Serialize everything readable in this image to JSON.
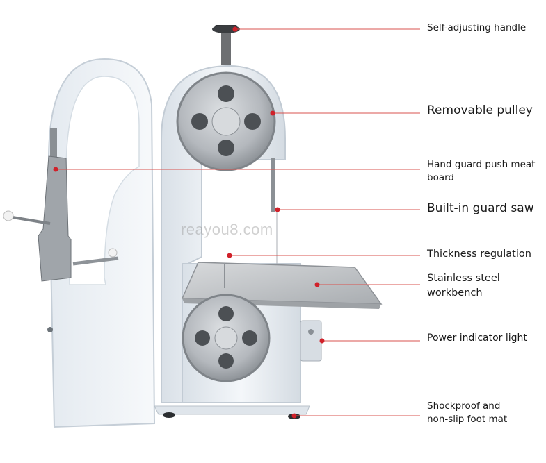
{
  "labels": {
    "self_adjusting_handle": "Self-adjusting handle",
    "removable_pulley": "Removable pulley",
    "hand_guard_line1": "Hand guard push meat",
    "hand_guard_line2": "board",
    "built_in_guard_saw": "Built-in guard saw",
    "thickness_regulation": "Thickness regulation",
    "stainless_line1": "Stainless steel",
    "stainless_line2": "workbench",
    "power_indicator_light": "Power indicator light",
    "shockproof_line1": "Shockproof and",
    "shockproof_line2": "non-slip foot mat"
  },
  "watermark": "reayou8.com",
  "colors": {
    "leader_line": "#d9534f",
    "marker_dot": "#d0212a",
    "machine_body": "#e9eef3",
    "pulley": "#b9bcc0",
    "steel_table": "#c9ccce"
  }
}
